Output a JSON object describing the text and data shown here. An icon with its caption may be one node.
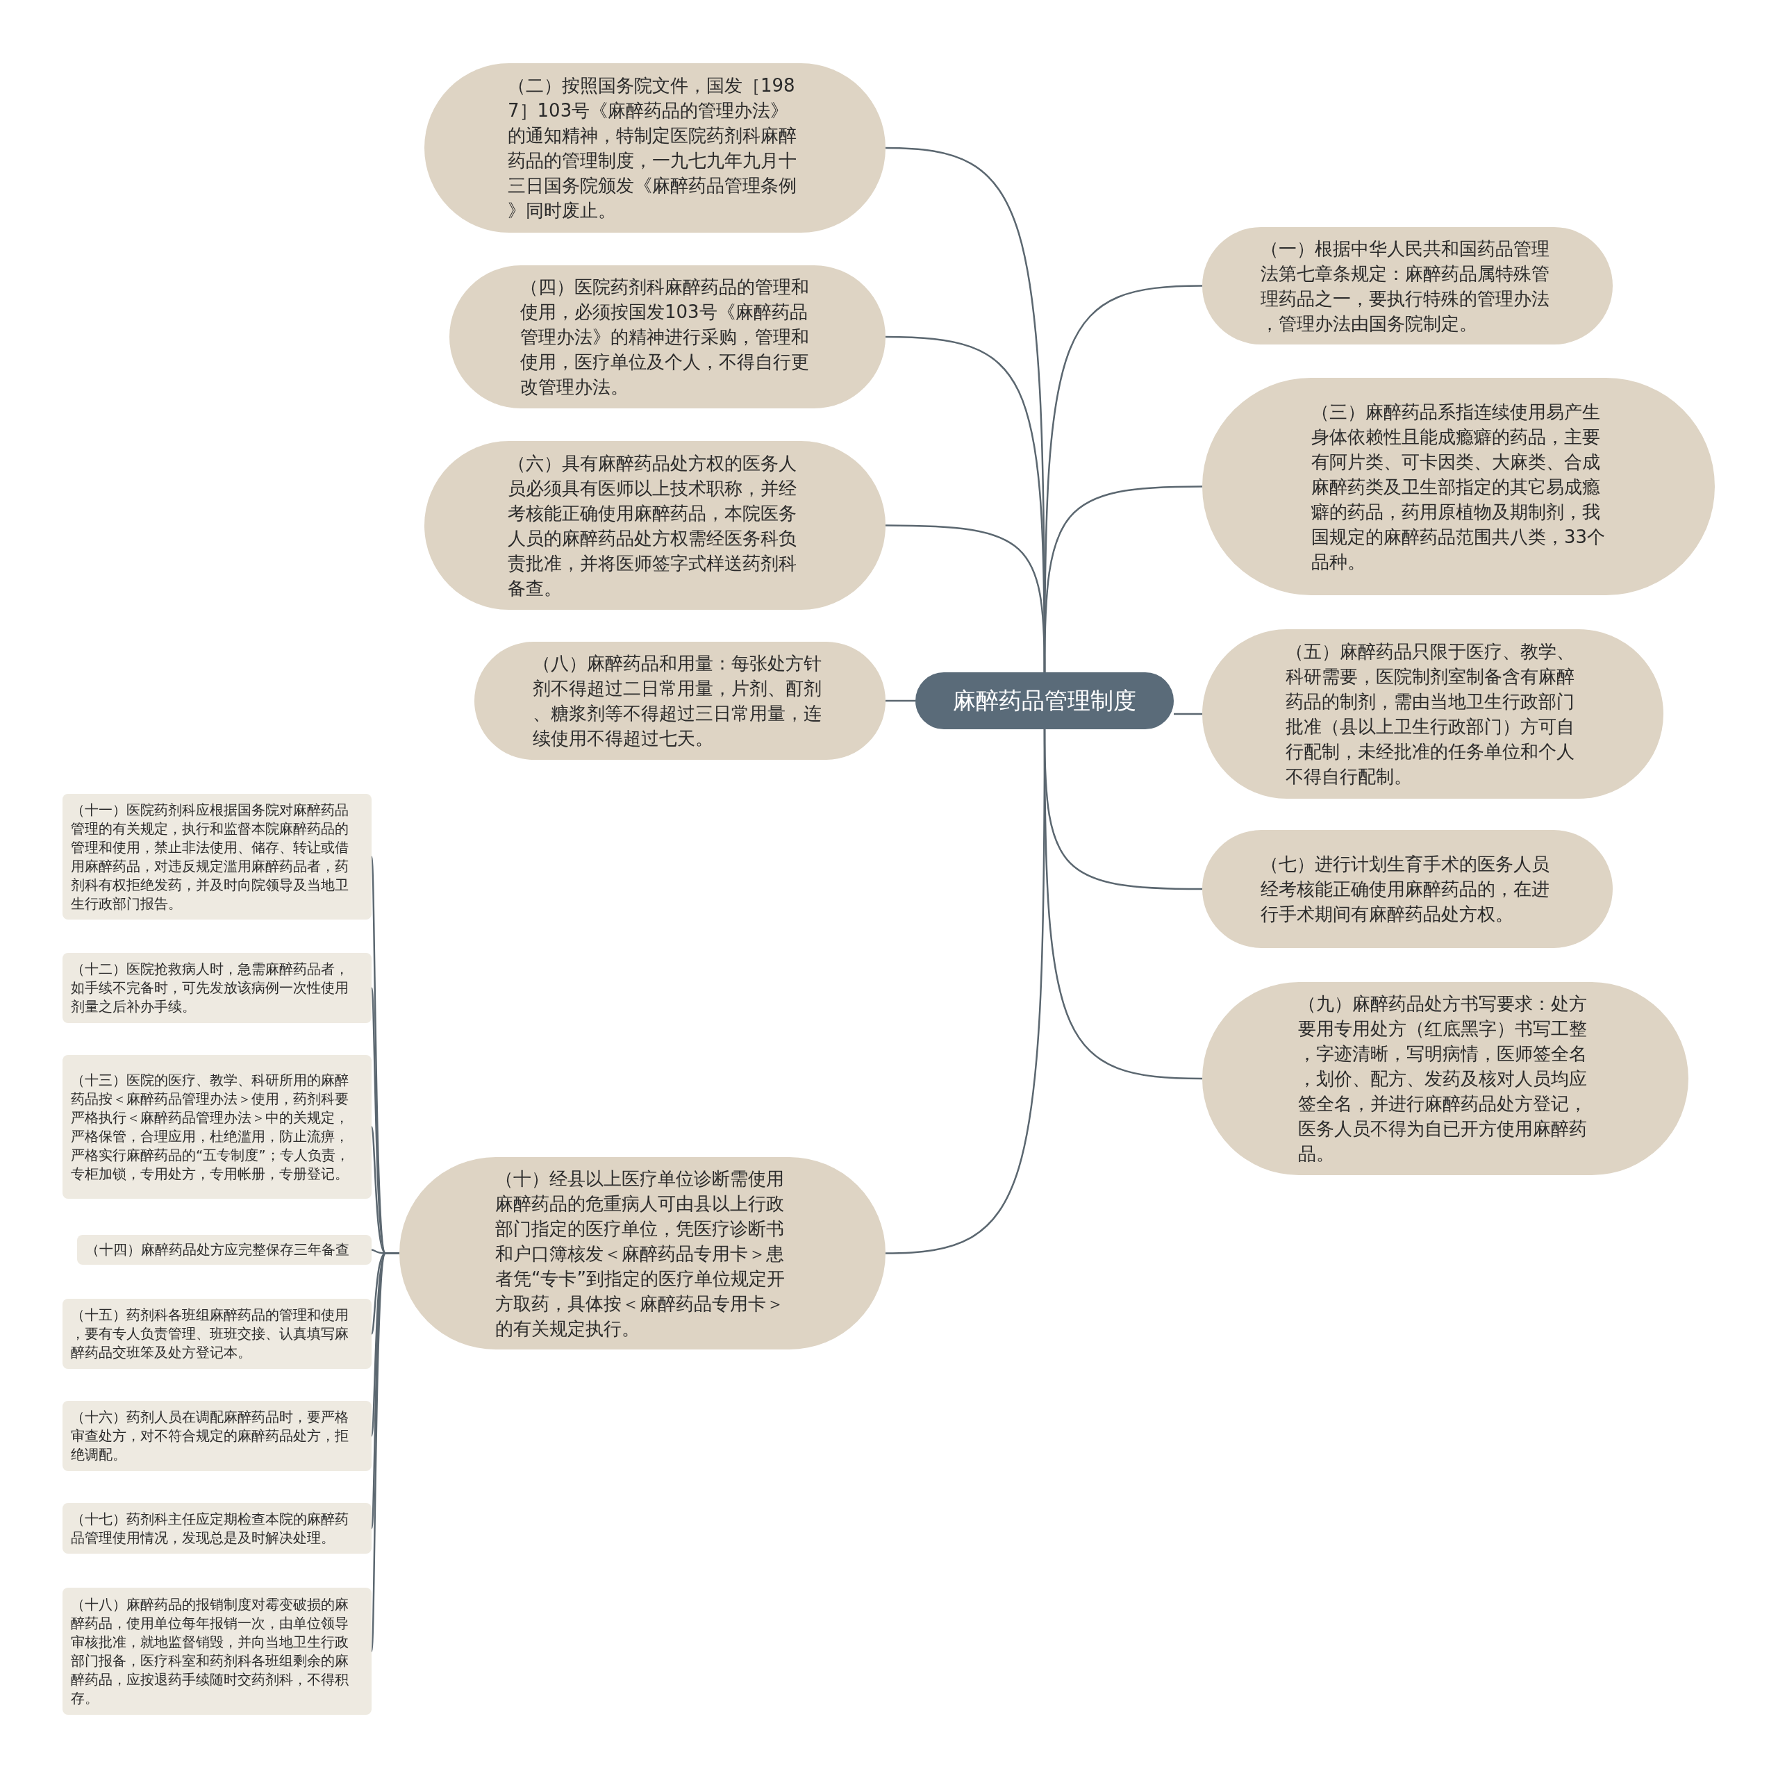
{
  "diagram": {
    "nodes": [
      {
        "text": [
          "麻醉药品管理制度"
        ]
      },
      {
        "text": [
          "（二）按照国务院文件，国发［1987］103号《麻醉药品的管理办法》的通知精神，特制定医院药剂科麻醉药品的管理制度，一九七九年九月十三日国务院颁发《麻醉药品管理条例》同时废止。"
        ]
      },
      {
        "text": [
          "（四）医院药剂科麻醉药品的管理和使用，必须按国发103号《麻醉药品管理办法》的精神进行采购，管理和使用，医疗单位及个人，不得自行更改管理办法。"
        ]
      },
      {
        "text": [
          "（六）具有麻醉药品处方权的医务人员必须具有医师以上技术职称，并经考核能正确使用麻醉药品，本院医务人员的麻醉药品处方权需经医务科负责批准，并将医师签字式样送药剂科备查。"
        ]
      },
      {
        "text": [
          "（八）麻醉药品和用量：每张处方针剂不得超过二日常用量，片剂、酊剂、糖浆剂等不得超过三日常用量，连续使用不得超过七天。"
        ]
      },
      {
        "text": [
          "（十）经县以上医疗单位诊断需使用麻醉药品的危重病人可由县以上行政部门指定的医疗单位，凭医疗诊断书和户口簿核发＜麻醉药品专用卡＞患者凭“专卡”到指定的医疗单位规定开方取药，具体按＜麻醉药品专用卡＞的有关规定执行。"
        ]
      },
      {
        "text": [
          "（十一）医院药剂科应根据国务院对麻醉药品管理的有关规定，执行和监督本院麻醉药品的管理和使用，禁止非法使用、储存、转让或借用麻醉药品，对违反规定滥用麻醉药品者，药剂科有权拒绝发药，并及时向院领导及当地卫生行政部门报告。"
        ]
      },
      {
        "text": [
          "（十二）医院抢救病人时，急需麻醉药品者，如手续不完备时，可先发放该病例一次性使用剂量之后补办手续。"
        ]
      },
      {
        "text": [
          "（十三）医院的医疗、教学、科研所用的麻醉药品按＜麻醉药品管理办法＞使用，药剂科要严格执行＜麻醉药品管理办法＞中的关规定，严格保管，合理应用，杜绝滥用，防止流痹，严格实行麻醉药品的“五专制度”；专人负责，专柜加锁，专用处方，专用帐册，专册登记。"
        ]
      },
      {
        "text": [
          "（十四）麻醉药品处方应完整保存三年备查"
        ]
      },
      {
        "text": [
          "（十五）药剂科各班组麻醉药品的管理和使用，要有专人负责管理、班班交接、认真填写麻醉药品交班笨及处方登记本。"
        ]
      },
      {
        "text": [
          "（十六）药剂人员在调配麻醉药品时，要严格审查处方，对不符合规定的麻醉药品处方，拒绝调配。"
        ]
      },
      {
        "text": [
          "（十七）药剂科主任应定期检查本院的麻醉药品管理使用情况，发现总是及时解决处理。"
        ]
      },
      {
        "text": [
          "（十八）麻醉药品的报销制度对霉变破损的麻醉药品，使用单位每年报销一次，由单位领导审核批准，就地监督销毁，并向当地卫生行政部门报备，医疗科室和药剂科各班组剩余的麻醉药品，应按退药手续随时交药剂科，不得积存。"
        ]
      },
      {
        "text": [
          "（一）根据中华人民共和国药品管理法第七章条规定：麻醉药品属特殊管理药品之一，要执行特殊的管理办法，管理办法由国务院制定。"
        ]
      },
      {
        "text": [
          "（三）麻醉药品系指连续使用易产生身体依赖性且能成瘾癖的药品，主要有阿片类、可卡因类、大麻类、合成麻醉药类及卫生部指定的其它易成瘾癖的药品，药用原植物及期制剂，我国规定的麻醉药品范围共八类，33个品种。"
        ]
      },
      {
        "text": [
          "（五）麻醉药品只限于医疗、教学、科研需要，医院制剂室制备含有麻醉药品的制剂，需由当地卫生行政部门批准（县以上卫生行政部门）方可自行配制，未经批准的任务单位和个人不得自行配制。"
        ]
      },
      {
        "text": [
          "（七）进行计划生育手术的医务人员经考核能正确使用麻醉药品的，在进行手术期间有麻醉药品处方权。"
        ]
      },
      {
        "text": [
          "（九）麻醉药品处方书写要求：处方要用专用处方（红底黑字）书写工整，字迹清晰，写明病情，医师签全名，划价、配方、发药及核对人员均应签全名，并进行麻醉药品处方登记，医务人员不得为自已开方使用麻醉药品。"
        ]
      }
    ],
    "edges": [
      {
        "from": 0,
        "to": 1,
        "arrow": "none"
      },
      {
        "from": 0,
        "to": 2,
        "arrow": "none"
      },
      {
        "from": 0,
        "to": 3,
        "arrow": "none"
      },
      {
        "from": 0,
        "to": 4,
        "arrow": "none"
      },
      {
        "from": 0,
        "to": 5,
        "arrow": "none"
      },
      {
        "from": 5,
        "to": 6,
        "arrow": "none"
      },
      {
        "from": 5,
        "to": 7,
        "arrow": "none"
      },
      {
        "from": 5,
        "to": 8,
        "arrow": "none"
      },
      {
        "from": 5,
        "to": 9,
        "arrow": "none"
      },
      {
        "from": 5,
        "to": 10,
        "arrow": "none"
      },
      {
        "from": 5,
        "to": 11,
        "arrow": "none"
      },
      {
        "from": 5,
        "to": 12,
        "arrow": "none"
      },
      {
        "from": 5,
        "to": 13,
        "arrow": "none"
      },
      {
        "from": 0,
        "to": 14,
        "arrow": "none"
      },
      {
        "from": 0,
        "to": 15,
        "arrow": "none"
      },
      {
        "from": 0,
        "to": 16,
        "arrow": "none"
      },
      {
        "from": 0,
        "to": 17,
        "arrow": "none"
      },
      {
        "from": 0,
        "to": 18,
        "arrow": "none"
      }
    ]
  }
}
